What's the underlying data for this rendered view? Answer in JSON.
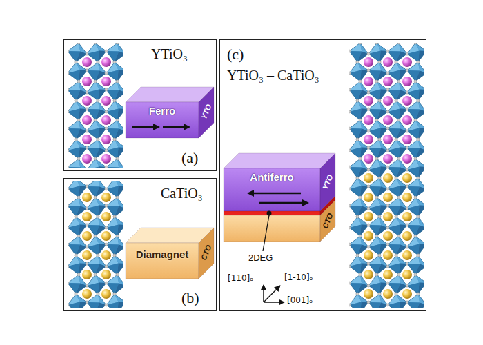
{
  "diagram": {
    "nodes": [
      {
        "text": [
          "YTiO₃",
          "(a)"
        ]
      },
      {
        "text": [
          "Ferro",
          "YTO"
        ],
        "in": 0
      },
      {
        "text": [
          "CaTiO₃",
          "(b)"
        ]
      },
      {
        "text": [
          "Diamagnet",
          "CTO"
        ],
        "in": 2
      },
      {
        "text": [
          "(c)",
          "YTiO₃ – CaTiO₃"
        ]
      },
      {
        "text": [
          "Antiferro",
          "YTO"
        ],
        "in": 4
      },
      {
        "text": [
          "CTO"
        ],
        "in": 4
      }
    ],
    "labels": [
      "2DEG",
      "[110]ₒ",
      "[1-10]ₒ",
      "[001]ₒ"
    ]
  }
}
